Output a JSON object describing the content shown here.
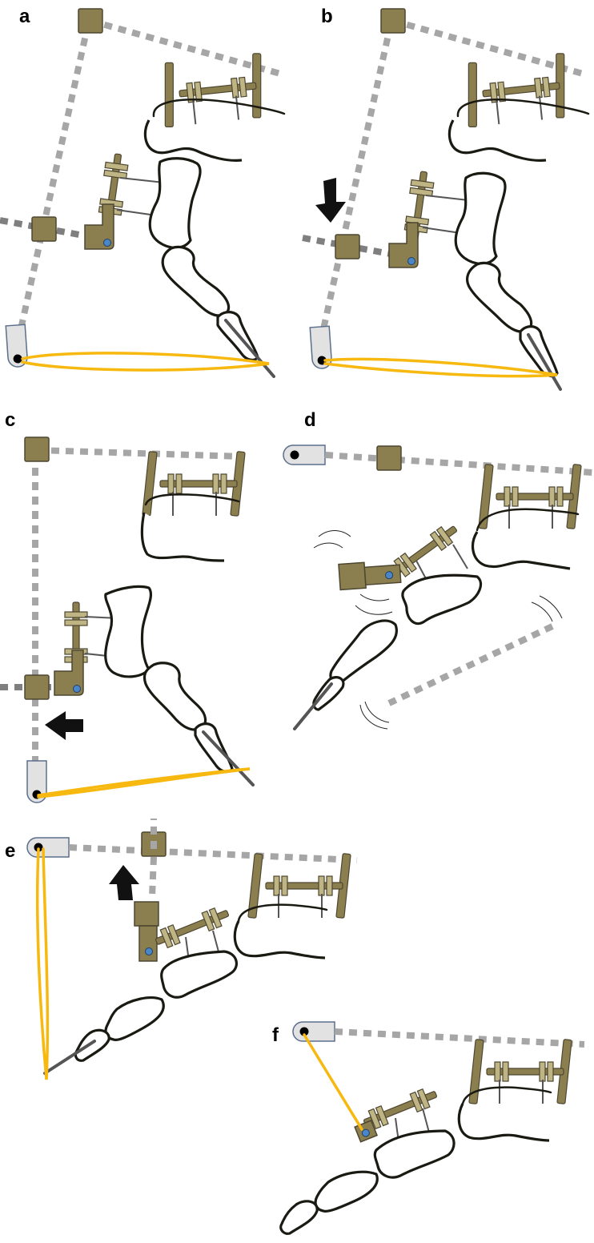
{
  "figure": {
    "panels": [
      {
        "id": "a",
        "label": "a"
      },
      {
        "id": "b",
        "label": "b"
      },
      {
        "id": "c",
        "label": "c"
      },
      {
        "id": "d",
        "label": "d"
      },
      {
        "id": "e",
        "label": "e"
      },
      {
        "id": "f",
        "label": "f"
      }
    ],
    "colors": {
      "rod": "#a6a6a6",
      "clamp_block": "#8c7f4f",
      "band": "#f7b80f",
      "anchor": "#e2e2e2",
      "pivot_dot": "#4a86c8",
      "arrow": "#111111"
    },
    "arrows": [
      {
        "panel": "b",
        "direction": "down"
      },
      {
        "panel": "c",
        "direction": "left"
      },
      {
        "panel": "e",
        "direction": "up"
      }
    ]
  }
}
